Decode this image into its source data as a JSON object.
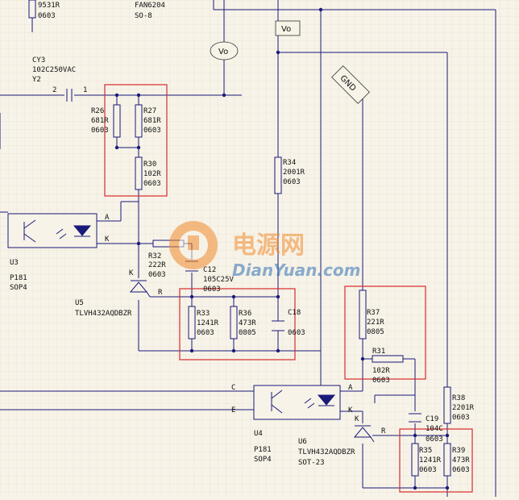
{
  "top_labels": {
    "r_value": "9531R",
    "r_pkg": "0603",
    "ic_name": "FAN6204",
    "ic_pkg": "SO-8"
  },
  "nets": {
    "vo1": "Vo",
    "vo2": "Vo",
    "gnd": "GND"
  },
  "cy3": {
    "ref": "CY3",
    "value": "102C250VAC",
    "type": "Y2",
    "pin2": "2",
    "pin1": "1"
  },
  "r26": {
    "ref": "R26",
    "value": "681R",
    "pkg": "0603"
  },
  "r27": {
    "ref": "R27",
    "value": "681R",
    "pkg": "0603"
  },
  "r30": {
    "ref": "R30",
    "value": "102R",
    "pkg": "0603"
  },
  "r34": {
    "ref": "R34",
    "value": "2001R",
    "pkg": "0603"
  },
  "r32": {
    "ref": "R32",
    "value": "222R",
    "pkg": "0603"
  },
  "c12": {
    "ref": "C12",
    "value": "105C25V",
    "pkg": "0603"
  },
  "u3": {
    "ref": "U3",
    "part": "P181",
    "pkg": "SOP4",
    "pin_a": "A",
    "pin_k": "K"
  },
  "u5": {
    "ref": "U5",
    "part": "TLVH432AQDBZR",
    "pin_k": "K",
    "pin_r": "R"
  },
  "r33": {
    "ref": "R33",
    "value": "1241R",
    "pkg": "0603"
  },
  "r36": {
    "ref": "R36",
    "value": "473R",
    "pkg": "0805"
  },
  "c18": {
    "ref": "C18",
    "pkg": "0603"
  },
  "r37": {
    "ref": "R37",
    "value": "221R",
    "pkg": "0805"
  },
  "r31": {
    "ref": "R31",
    "value": "102R",
    "pkg": "0603"
  },
  "r38": {
    "ref": "R38",
    "value": "2201R",
    "pkg": "0603"
  },
  "c19": {
    "ref": "C19",
    "value": "104C",
    "pkg": "0603"
  },
  "u4": {
    "ref": "U4",
    "part": "P181",
    "pkg": "SOP4",
    "pin_c": "C",
    "pin_e": "E",
    "pin_a": "A",
    "pin_k": "K"
  },
  "u6": {
    "ref": "U6",
    "part": "TLVH432AQDBZR",
    "pkg": "SOT-23",
    "pin_k": "K",
    "pin_r": "R"
  },
  "r35": {
    "ref": "R35",
    "value": "1241R",
    "pkg": "0603"
  },
  "r39": {
    "ref": "R39",
    "value": "473R",
    "pkg": "0603"
  },
  "watermark": {
    "brand_cn": "电源网",
    "brand_en": "DianYuan.com"
  },
  "colors": {
    "background": "#f7f3e8",
    "wire": "#1a1a7a",
    "highlight": "#d62b2b",
    "watermark_orange": "#f08a2c",
    "watermark_blue": "#2f6fb6",
    "grid": "#e2dccb"
  }
}
